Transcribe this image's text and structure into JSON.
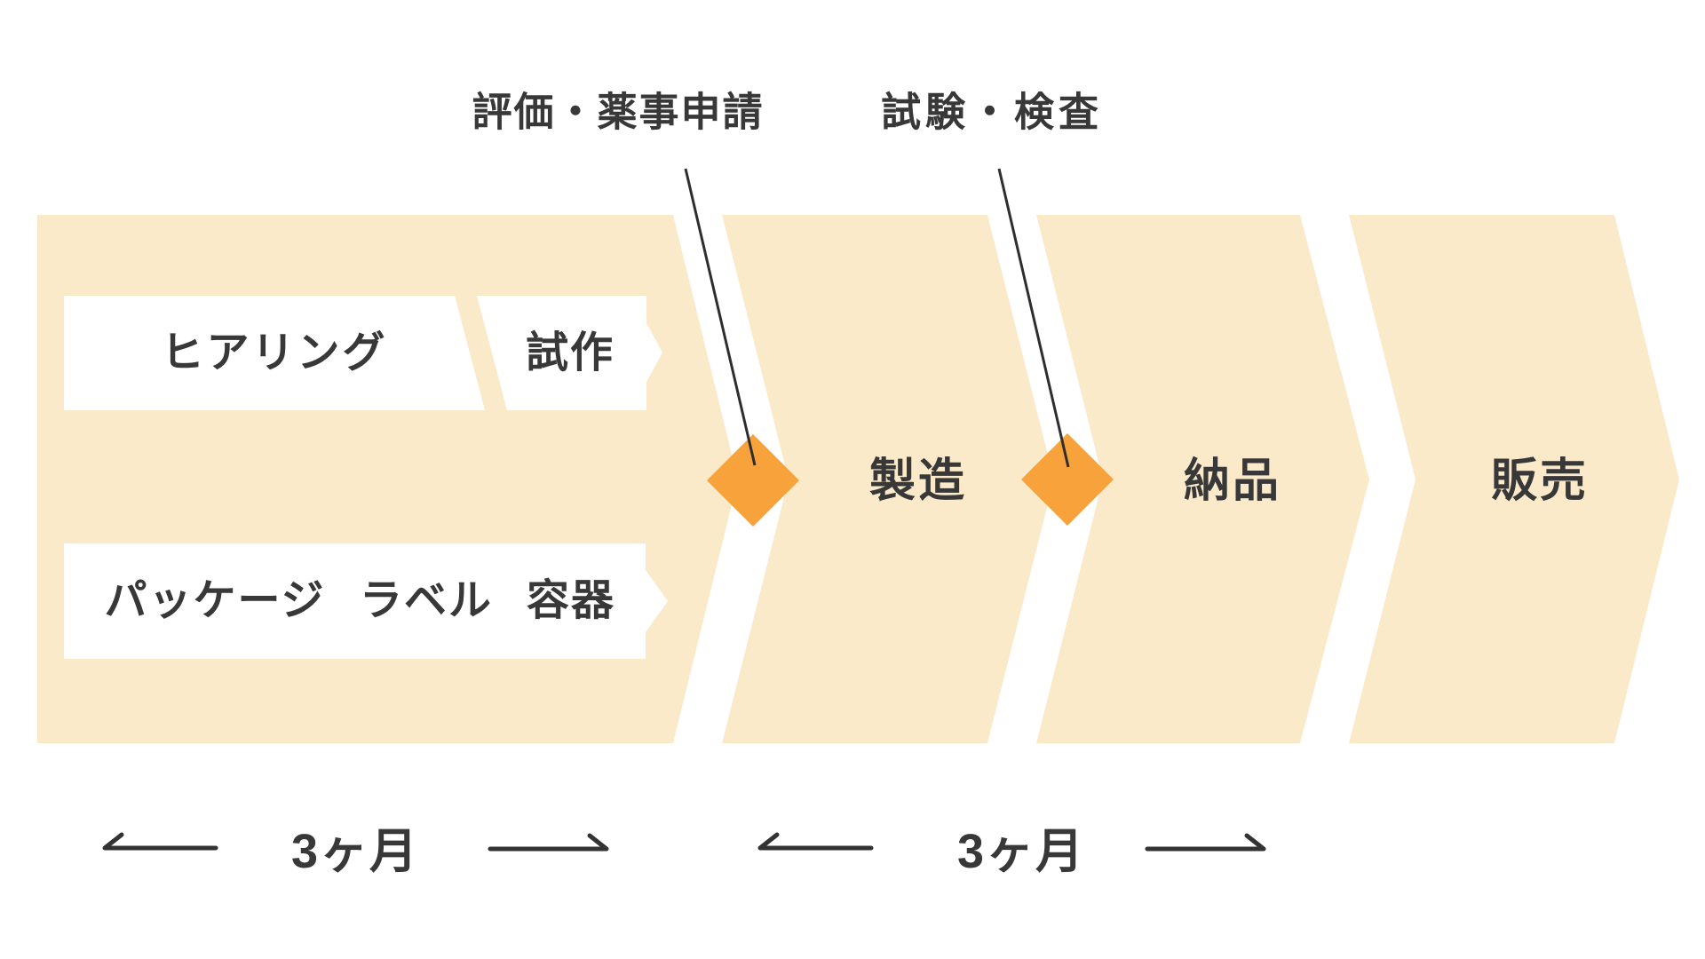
{
  "diagram": {
    "title_region": "product-development-process-flow",
    "annotations": [
      {
        "label": "評価・薬事申請",
        "icon": "milestone-diamond"
      },
      {
        "label": "試験・検査",
        "icon": "milestone-diamond"
      }
    ],
    "phase_development": {
      "row1_steps": [
        "ヒアリング",
        "試作"
      ],
      "row2_steps": [
        "パッケージ",
        "ラベル",
        "容器"
      ]
    },
    "stages": [
      {
        "label": "製造"
      },
      {
        "label": "納品"
      },
      {
        "label": "販売"
      }
    ],
    "durations": [
      {
        "label": "3ヶ月"
      },
      {
        "label": "3ヶ月"
      }
    ]
  },
  "colors": {
    "peach": "#FBEACA",
    "orange": "#F8A23B",
    "white": "#FFFFFF",
    "line": "#2E2E2E",
    "arrow": "#333333",
    "text": "#383838"
  }
}
